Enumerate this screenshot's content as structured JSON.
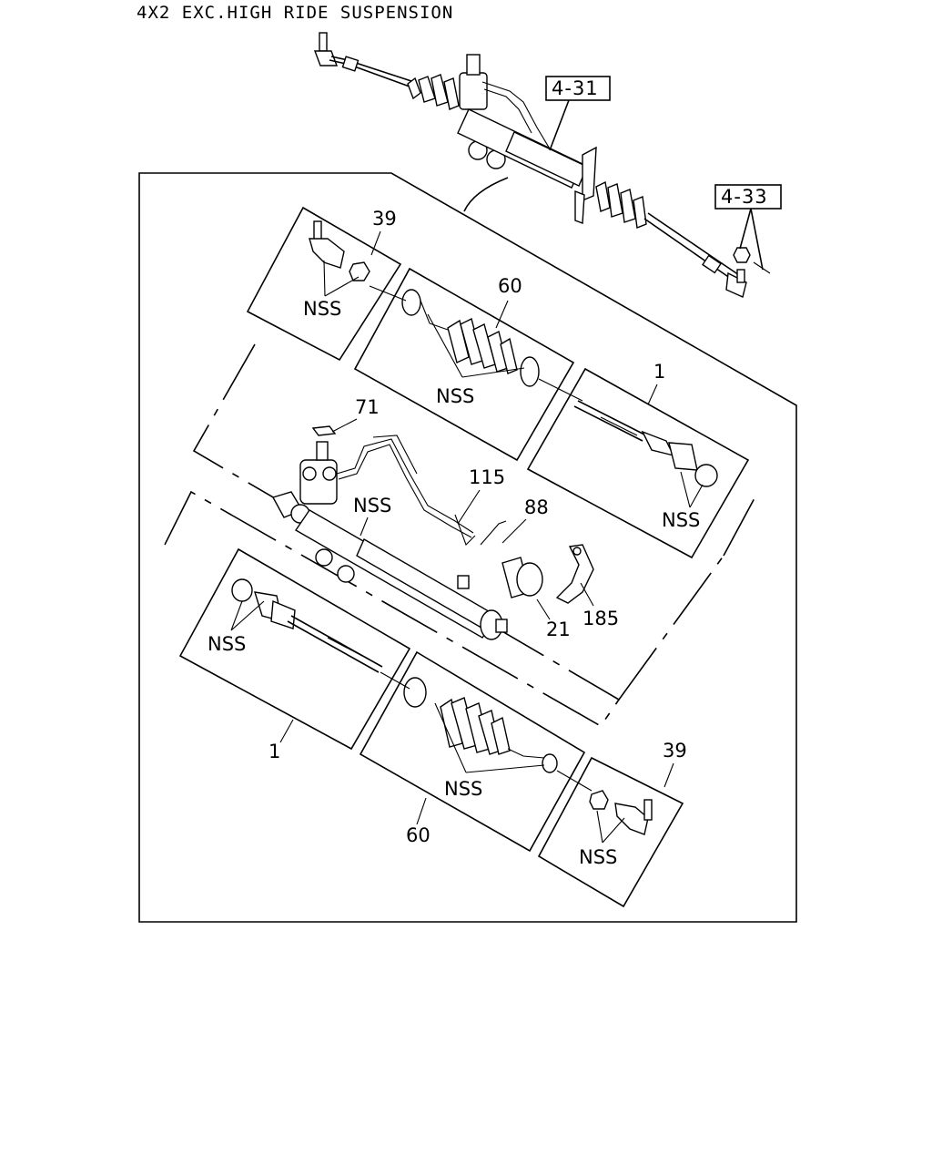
{
  "header": {
    "title": "4X2 EXC.HIGH RIDE SUSPENSION"
  },
  "refs": {
    "ref_4_31": "4-31",
    "ref_4_33": "4-33"
  },
  "callouts": {
    "tie_rod_end_upper": "39",
    "boot_upper": "60",
    "inner_tie_rod_upper": "1",
    "clip": "71",
    "feed_pipe": "115",
    "bolt": "88",
    "bushing": "21",
    "bracket": "185",
    "inner_tie_rod_lower": "1",
    "boot_lower": "60",
    "tie_rod_end_lower": "39"
  },
  "nss": {
    "tie_rod_end_upper": "NSS",
    "boot_upper": "NSS",
    "inner_tie_rod_upper": "NSS",
    "gear_housing": "NSS",
    "inner_tie_rod_lower": "NSS",
    "boot_lower": "NSS",
    "tie_rod_end_lower": "NSS"
  }
}
